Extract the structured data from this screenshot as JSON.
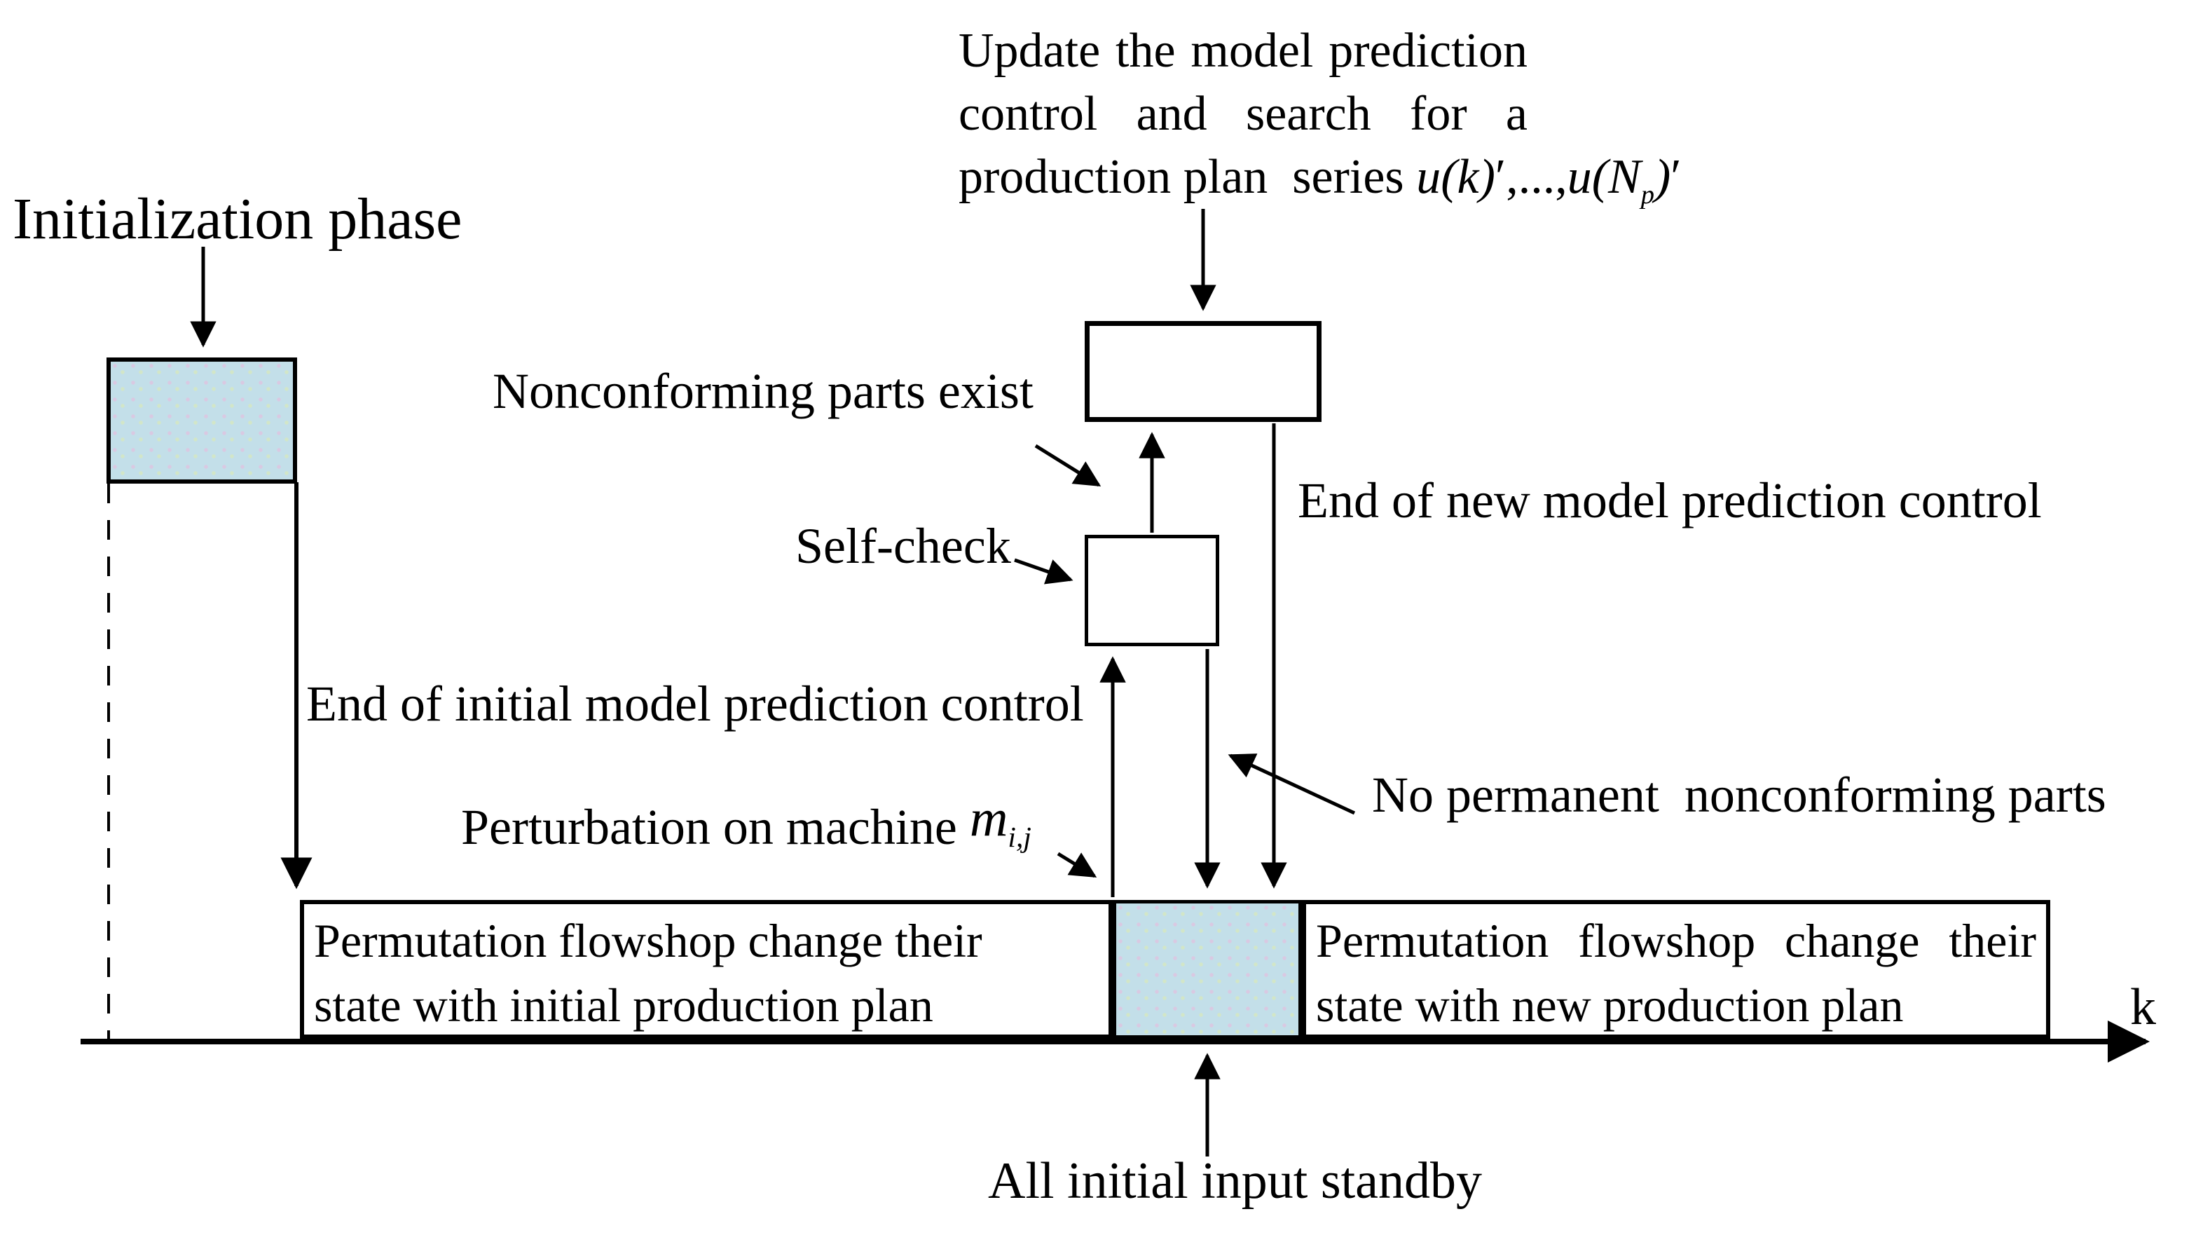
{
  "colors": {
    "accent_fill": "#c3dfe9",
    "stroke": "#000000"
  },
  "top_annotation": {
    "line1": "Update the model prediction",
    "line2": "control and search for a",
    "line3_prefix": "production plan  series ",
    "formula": {
      "u_k": "u(k)",
      "prime1": "′",
      "dots": ",...,",
      "u_N_open": "u(N",
      "sub_p": "p",
      "close_paren": ")",
      "prime2": "′"
    }
  },
  "labels": {
    "initialization_phase": "Initialization phase",
    "nonconforming": "Nonconforming parts exist",
    "self_check": "Self-check",
    "end_new": "End of new model prediction control",
    "end_initial": "End of initial model prediction control",
    "perturbation_prefix": "Perturbation on machine ",
    "machine_var": {
      "base": "m",
      "sub": "i,j"
    },
    "no_permanent": "No permanent  nonconforming parts",
    "all_initial": "All initial input standby",
    "axis_k": "k"
  },
  "timeline_boxes": {
    "left": {
      "line1": "Permutation flowshop change their",
      "line2": "state with initial production plan"
    },
    "right": {
      "line1": "Permutation flowshop change their",
      "line2": "state with new production plan"
    }
  }
}
